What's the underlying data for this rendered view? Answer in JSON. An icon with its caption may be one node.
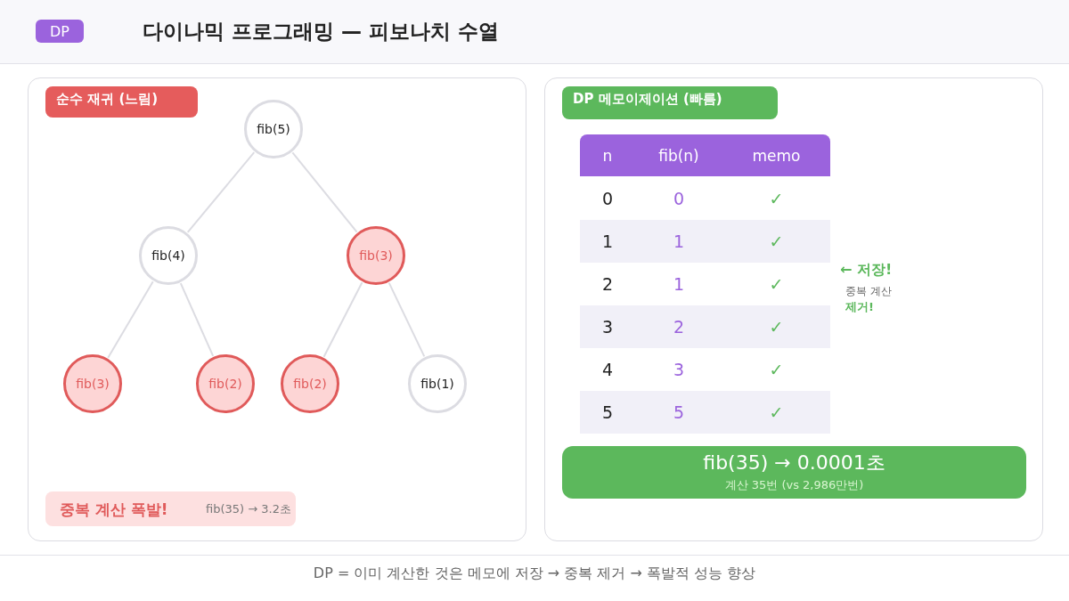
{
  "diagram": {
    "title": "다이나믹 프로그래밍 — 피보나치 수열",
    "caption": "DP = 이미 계산한 것은 메모에 저장 → 중복 제거 → 폭발적 성능 향상",
    "nodes": [
      {
        "text": [
          "DP"
        ]
      },
      {
        "text": [],
        "shape": "box"
      },
      {
        "text": [
          "순수 재귀 (느림)"
        ],
        "in": 1
      },
      {
        "text": [
          "fib(5)"
        ],
        "in": 1
      },
      {
        "text": [
          "fib(4)"
        ],
        "in": 1
      },
      {
        "text": [
          "fib(3)"
        ],
        "in": 1
      },
      {
        "text": [
          "fib(3)"
        ],
        "in": 1
      },
      {
        "text": [
          "fib(2)"
        ],
        "in": 1
      },
      {
        "text": [
          "fib(2)"
        ],
        "in": 1
      },
      {
        "text": [
          "fib(1)"
        ],
        "in": 1
      },
      {
        "text": [
          "중복 계산 폭발!",
          "fib(35) → 3.2초"
        ],
        "in": 1
      },
      {
        "text": [],
        "shape": "box"
      },
      {
        "text": [
          "DP 메모이제이션 (빠름)"
        ],
        "in": 11
      },
      {
        "text": [
          "fib(35) → 0.0001초",
          "계산 35번 (vs 2,986만번)"
        ],
        "in": 11
      }
    ],
    "edges": [
      {
        "from": 3,
        "to": 4,
        "arrow": "none"
      },
      {
        "from": 3,
        "to": 5,
        "arrow": "none"
      },
      {
        "from": 4,
        "to": 6,
        "arrow": "none"
      },
      {
        "from": 4,
        "to": 7,
        "arrow": "none"
      },
      {
        "from": 5,
        "to": 8,
        "arrow": "none"
      },
      {
        "from": 5,
        "to": 9,
        "arrow": "none"
      }
    ],
    "labels": [
      "n",
      "fib(n)",
      "memo",
      "0",
      "0",
      "✓",
      "1",
      "1",
      "✓",
      "2",
      "1",
      "✓",
      "3",
      "2",
      "✓",
      "4",
      "3",
      "✓",
      "5",
      "5",
      "✓",
      "← 저장!",
      "중복 계산",
      "제거!"
    ]
  }
}
